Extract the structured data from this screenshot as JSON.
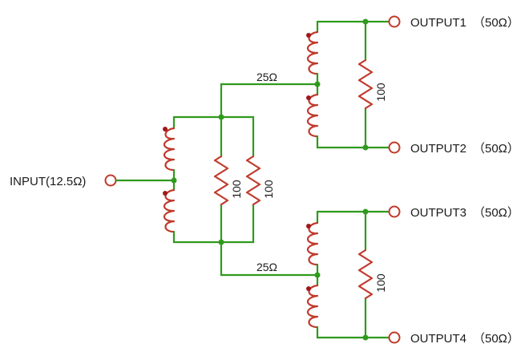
{
  "input": {
    "label": "INPUT(12.5Ω)"
  },
  "outputs": [
    {
      "name": "OUTPUT1",
      "impedance": "（50Ω）"
    },
    {
      "name": "OUTPUT2",
      "impedance": "（50Ω）"
    },
    {
      "name": "OUTPUT3",
      "impedance": "（50Ω）"
    },
    {
      "name": "OUTPUT4",
      "impedance": "（50Ω）"
    }
  ],
  "impedances": {
    "upper_branch": "25Ω",
    "lower_branch": "25Ω"
  },
  "resistors": {
    "input_left": "100",
    "input_right": "100",
    "upper_output": "100",
    "lower_output": "100"
  },
  "colors": {
    "wire": "#2f9a1d",
    "component": "#c0392b",
    "phase_dot": "#a01818"
  }
}
